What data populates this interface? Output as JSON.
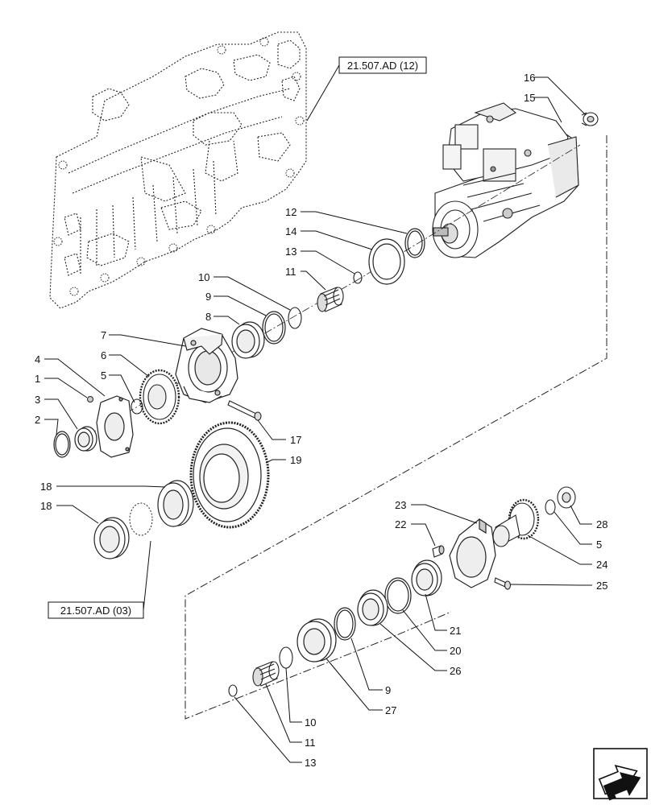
{
  "references": {
    "top": "21.507.AD (12)",
    "bottom": "21.507.AD (03)"
  },
  "callouts": [
    {
      "id": "c16a",
      "text": "16"
    },
    {
      "id": "c15a",
      "text": "15"
    },
    {
      "id": "c12a",
      "text": "12"
    },
    {
      "id": "c14a",
      "text": "14"
    },
    {
      "id": "c13a",
      "text": "13"
    },
    {
      "id": "c11a",
      "text": "11"
    },
    {
      "id": "c10a",
      "text": "10"
    },
    {
      "id": "c9a",
      "text": "9"
    },
    {
      "id": "c8a",
      "text": "8"
    },
    {
      "id": "c7a",
      "text": "7"
    },
    {
      "id": "c6a",
      "text": "6"
    },
    {
      "id": "c4a",
      "text": "4"
    },
    {
      "id": "c5a",
      "text": "5"
    },
    {
      "id": "c1a",
      "text": "1"
    },
    {
      "id": "c3a",
      "text": "3"
    },
    {
      "id": "c2a",
      "text": "2"
    },
    {
      "id": "c17a",
      "text": "17"
    },
    {
      "id": "c19a",
      "text": "19"
    },
    {
      "id": "c18a",
      "text": "18"
    },
    {
      "id": "c18b",
      "text": "18"
    },
    {
      "id": "c23a",
      "text": "23"
    },
    {
      "id": "c28a",
      "text": "28"
    },
    {
      "id": "c22a",
      "text": "22"
    },
    {
      "id": "c5b",
      "text": "5"
    },
    {
      "id": "c24a",
      "text": "24"
    },
    {
      "id": "c25a",
      "text": "25"
    },
    {
      "id": "c21a",
      "text": "21"
    },
    {
      "id": "c20a",
      "text": "20"
    },
    {
      "id": "c26a",
      "text": "26"
    },
    {
      "id": "c9b",
      "text": "9"
    },
    {
      "id": "c27a",
      "text": "27"
    },
    {
      "id": "c10b",
      "text": "10"
    },
    {
      "id": "c11b",
      "text": "11"
    },
    {
      "id": "c13b",
      "text": "13"
    }
  ],
  "icons": {
    "nav": "next-page-arrow-icon"
  }
}
